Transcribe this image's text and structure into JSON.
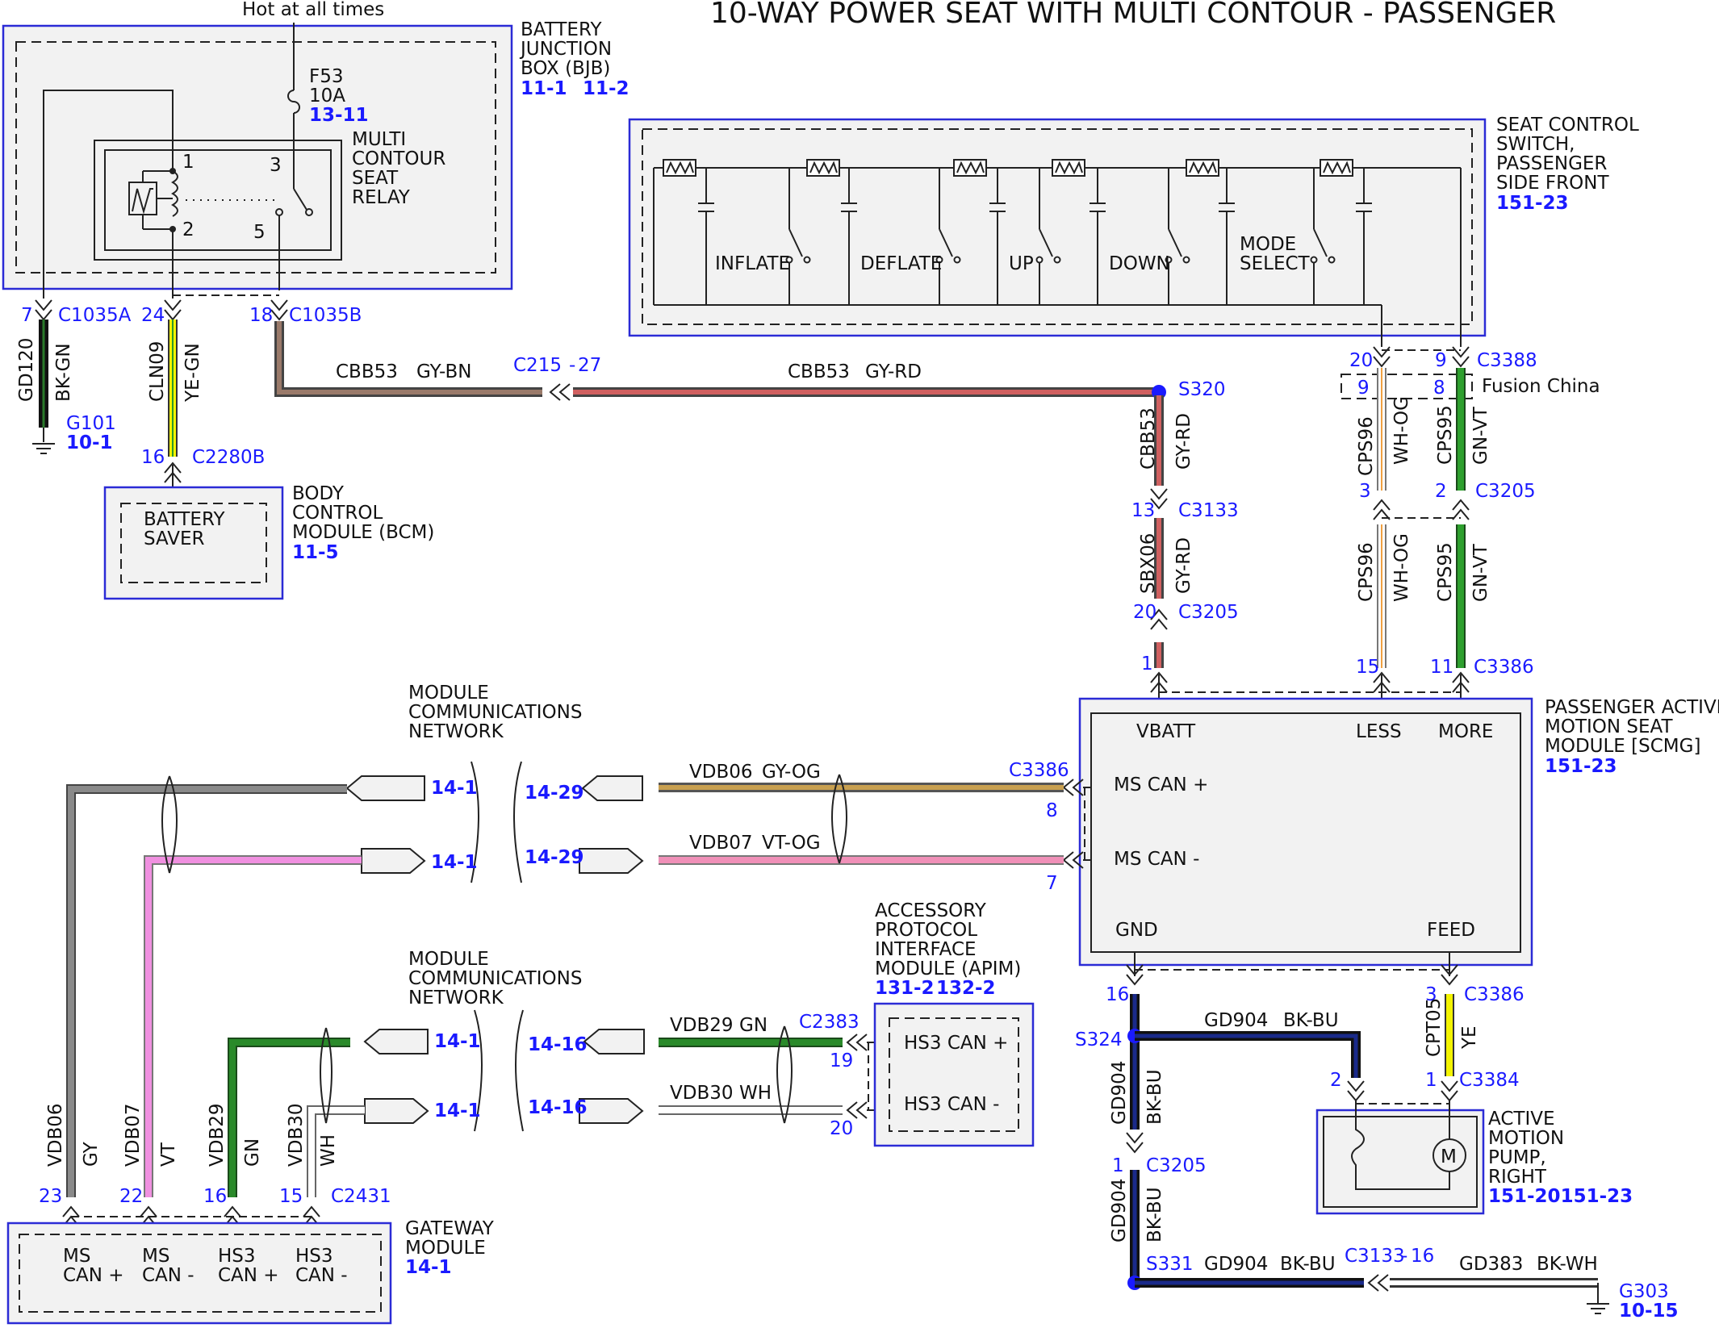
{
  "title": "10-WAY POWER SEAT WITH MULTI CONTOUR - PASSENGER",
  "top_note": "Hot at all times",
  "bjb": {
    "label_lines": [
      "BATTERY",
      "JUNCTION",
      "BOX (BJB)"
    ],
    "refs": [
      "11-1",
      "11-2"
    ],
    "fuse": {
      "name": "F53",
      "rating": "10A",
      "ref": "13-11"
    },
    "relay": {
      "label_lines": [
        "MULTI",
        "CONTOUR",
        "SEAT",
        "RELAY"
      ],
      "pins": [
        "1",
        "2",
        "3",
        "5"
      ]
    }
  },
  "connectors_top": [
    {
      "pin": "7",
      "name": "C1035A"
    },
    {
      "pin": "24",
      "name": "C1035A"
    },
    {
      "pin": "18",
      "name": "C1035B"
    }
  ],
  "wires": {
    "gd120": {
      "circuit": "GD120",
      "color": "BK-GN"
    },
    "cln09": {
      "circuit": "CLN09",
      "color": "YE-GN"
    },
    "cbb53_gybn": {
      "circuit": "CBB53",
      "color": "GY-BN"
    },
    "cbb53_gyrd": {
      "circuit": "CBB53",
      "color": "GY-RD"
    },
    "cbb53_v": {
      "circuit": "CBB53",
      "color": "GY-RD"
    },
    "sbx06": {
      "circuit": "SBX06",
      "color": "GY-RD"
    },
    "cps96_a": {
      "circuit": "CPS96",
      "color": "WH-OG"
    },
    "cps95_a": {
      "circuit": "CPS95",
      "color": "GN-VT"
    },
    "cps96_b": {
      "circuit": "CPS96",
      "color": "WH-OG"
    },
    "cps95_b": {
      "circuit": "CPS95",
      "color": "GN-VT"
    },
    "vdb06": {
      "circuit": "VDB06",
      "color": "GY-OG"
    },
    "vdb07": {
      "circuit": "VDB07",
      "color": "VT-OG"
    },
    "vdb29": {
      "circuit": "VDB29",
      "color": "GN"
    },
    "vdb30": {
      "circuit": "VDB30",
      "color": "WH"
    },
    "gw_vdb06": {
      "circuit": "VDB06",
      "color": "GY"
    },
    "gw_vdb07": {
      "circuit": "VDB07",
      "color": "VT"
    },
    "gw_vdb29": {
      "circuit": "VDB29",
      "color": "GN"
    },
    "gw_vdb30": {
      "circuit": "VDB30",
      "color": "WH"
    },
    "gd904_h": {
      "circuit": "GD904",
      "color": "BK-BU"
    },
    "gd904_v1": {
      "circuit": "GD904",
      "color": "BK-BU"
    },
    "gd904_v2": {
      "circuit": "GD904",
      "color": "BK-BU"
    },
    "gd904_bottom": {
      "circuit": "GD904",
      "color": "BK-BU"
    },
    "gd383": {
      "circuit": "GD383",
      "color": "BK-WH"
    },
    "cpt05": {
      "circuit": "CPT05",
      "color": "YE"
    }
  },
  "grounds": {
    "g101": {
      "name": "G101",
      "ref": "10-1"
    },
    "g303": {
      "name": "G303",
      "ref": "10-15"
    }
  },
  "splices": {
    "s320": "S320",
    "s324": "S324",
    "s331": "S331"
  },
  "inline": {
    "c215": {
      "name": "C215",
      "pin": "27"
    },
    "c3133_bottom": {
      "name": "C3133",
      "pin": "16"
    }
  },
  "bcm": {
    "pin": "16",
    "connector": "C2280B",
    "label_lines": [
      "BODY",
      "CONTROL",
      "MODULE (BCM)"
    ],
    "ref": "11-5",
    "inner_lines": [
      "BATTERY",
      "SAVER"
    ]
  },
  "seat_switch": {
    "label_lines": [
      "SEAT CONTROL",
      "SWITCH,",
      "PASSENGER",
      "SIDE FRONT"
    ],
    "ref": "151-23",
    "switches": [
      "INFLATE",
      "DEFLATE",
      "UP",
      "DOWN",
      "MODE",
      "SELECT"
    ]
  },
  "right_connectors": {
    "c3388": {
      "pin_a": "20",
      "pin_b": "9",
      "name": "C3388"
    },
    "fusion": {
      "pin_a": "9",
      "pin_b": "8",
      "label": "Fusion China"
    },
    "c3205_top": {
      "pin_a": "3",
      "pin_b": "2",
      "name": "C3205"
    },
    "c3133": {
      "pin": "13",
      "name": "C3133"
    },
    "c3205_mid": {
      "pin": "20",
      "name": "C3205"
    },
    "scmg_top": {
      "pin_vbatt": "1",
      "pin_less": "15",
      "pin_more": "11",
      "name": "C3386"
    }
  },
  "scmg": {
    "label_lines": [
      "PASSENGER ACTIVE",
      "MOTION SEAT",
      "MODULE [SCMG]"
    ],
    "ref": "151-23",
    "pins_text": [
      "VBATT",
      "LESS",
      "MORE",
      "MS CAN +",
      "MS CAN -",
      "GND",
      "FEED"
    ],
    "can_connector": "C3386",
    "can_pins": [
      "8",
      "7"
    ]
  },
  "mcn_upper": {
    "label_lines": [
      "MODULE",
      "COMMUNICATIONS",
      "NETWORK"
    ],
    "left_refs": [
      "14-1",
      "14-1"
    ],
    "right_refs": [
      "14-29",
      "14-29"
    ]
  },
  "mcn_lower": {
    "label_lines": [
      "MODULE",
      "COMMUNICATIONS",
      "NETWORK"
    ],
    "left_refs": [
      "14-1",
      "14-1"
    ],
    "right_refs": [
      "14-16",
      "14-16"
    ]
  },
  "apim": {
    "label_lines": [
      "ACCESSORY",
      "PROTOCOL",
      "INTERFACE",
      "MODULE (APIM)"
    ],
    "refs": [
      "131-2",
      "132-2"
    ],
    "connector": "C2383",
    "pins": [
      "19",
      "20"
    ],
    "inner": [
      "HS3 CAN +",
      "HS3 CAN -"
    ]
  },
  "gateway": {
    "label_lines": [
      "GATEWAY",
      "MODULE"
    ],
    "ref": "14-1",
    "connector": "C2431",
    "pins": [
      "23",
      "22",
      "16",
      "15"
    ],
    "inner": [
      [
        "MS",
        "CAN +"
      ],
      [
        "MS",
        "CAN -"
      ],
      [
        "HS3",
        "CAN +"
      ],
      [
        "HS3",
        "CAN -"
      ]
    ]
  },
  "pump": {
    "label_lines": [
      "ACTIVE",
      "MOTION",
      "PUMP,",
      "RIGHT"
    ],
    "ref": "151-20151-23",
    "motor_symbol": "M",
    "top_pin": "3",
    "top_connector": "C3386",
    "bottom_pin": "1",
    "bottom_connector": "C3384",
    "left_pin": "2"
  },
  "gd904_pins": {
    "top": "16",
    "mid_pin": "1",
    "mid_connector": "C3205"
  },
  "colors": {
    "ref_blue": "#1a1aff",
    "box_blue": "#2b2bd6",
    "box_fill": "#f2f2f2"
  }
}
